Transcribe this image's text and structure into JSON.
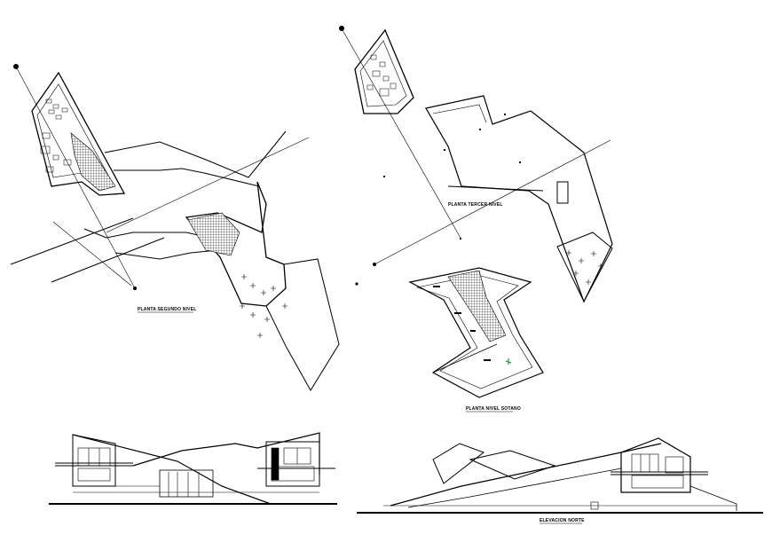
{
  "drawing": {
    "plan_second_level": {
      "label": "PLANTA SEGUNDO NIVEL"
    },
    "plan_third_level": {
      "label": "PLANTA TERCER NIVEL"
    },
    "plan_basement": {
      "label": "PLANTA NIVEL SOTANO"
    },
    "elevation_north": {
      "label": "ELEVACION NORTE"
    },
    "elevation_left": {
      "label": ""
    }
  },
  "colors": {
    "ink": "#000000",
    "paper": "#ffffff",
    "accent_marker": "#2a9d3a"
  }
}
